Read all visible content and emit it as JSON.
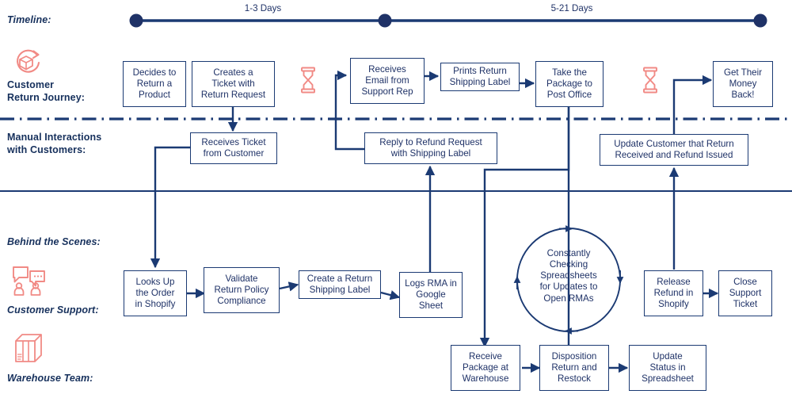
{
  "diagram": {
    "accent_navy": "#1b3a73",
    "text_navy": "#1f3267",
    "accent_coral": "#f18a85",
    "background": "#ffffff"
  },
  "lanes": [
    {
      "id": "timeline",
      "label": "Timeline:"
    },
    {
      "id": "customer",
      "label": "Customer\nReturn Journey:",
      "icon": "return-package-icon"
    },
    {
      "id": "manual",
      "label": "Manual Interactions\nwith Customers:"
    },
    {
      "id": "backstage",
      "label": "Behind the Scenes:"
    },
    {
      "id": "support",
      "label": "Customer Support:",
      "icon": "chat-support-icon"
    },
    {
      "id": "warehouse",
      "label": "Warehouse Team:",
      "icon": "warehouse-boxes-icon"
    }
  ],
  "timeline": {
    "segments": [
      {
        "label": "1-3 Days"
      },
      {
        "label": "5-21 Days"
      }
    ],
    "milestones": 3
  },
  "waits": [
    {
      "id": "wait-1",
      "icon": "hourglass-icon"
    },
    {
      "id": "wait-2",
      "icon": "hourglass-icon"
    }
  ],
  "nodes": {
    "decides_to_return": "Decides to\nReturn a\nProduct",
    "creates_ticket": "Creates a\nTicket with\nReturn Request",
    "receives_email": "Receives\nEmail from\nSupport Rep",
    "prints_label": "Prints Return\nShipping Label",
    "take_package": "Take the\nPackage to\nPost Office",
    "get_money_back": "Get Their\nMoney\nBack!",
    "receives_ticket": "Receives Ticket\nfrom Customer",
    "reply_refund": "Reply to Refund Request\nwith Shipping Label",
    "update_customer": "Update Customer that Return\nReceived and Refund Issued",
    "looks_up_order": "Looks Up\nthe Order\nin Shopify",
    "validate_policy": "Validate\nReturn Policy\nCompliance",
    "create_label": "Create a Return\nShipping Label",
    "logs_rma": "Logs RMA in\nGoogle\nSheet",
    "constantly_checking": "Constantly\nChecking\nSpreadsheets\nfor Updates to\nOpen RMAs",
    "release_refund": "Release\nRefund in\nShopify",
    "close_ticket": "Close\nSupport\nTicket",
    "receive_package": "Receive\nPackage at\nWarehouse",
    "disposition_return": "Disposition\nReturn and\nRestock",
    "update_status": "Update\nStatus in\nSpreadsheet"
  }
}
